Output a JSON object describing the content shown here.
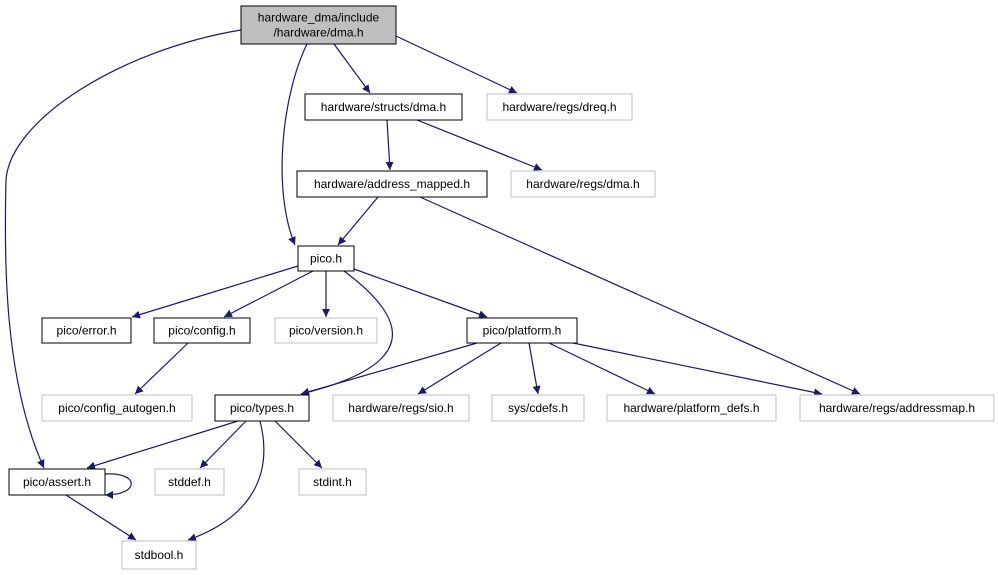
{
  "nodes": [
    {
      "id": "root",
      "label_lines": [
        "hardware_dma/include",
        "/hardware/dma.h"
      ],
      "style": "root"
    },
    {
      "id": "structs_dma",
      "label_lines": [
        "hardware/structs/dma.h"
      ],
      "style": "solid"
    },
    {
      "id": "regs_dreq",
      "label_lines": [
        "hardware/regs/dreq.h"
      ],
      "style": "external"
    },
    {
      "id": "address_mapped",
      "label_lines": [
        "hardware/address_mapped.h"
      ],
      "style": "solid"
    },
    {
      "id": "regs_dma",
      "label_lines": [
        "hardware/regs/dma.h"
      ],
      "style": "external"
    },
    {
      "id": "pico",
      "label_lines": [
        "pico.h"
      ],
      "style": "solid"
    },
    {
      "id": "pico_error",
      "label_lines": [
        "pico/error.h"
      ],
      "style": "solid"
    },
    {
      "id": "pico_config",
      "label_lines": [
        "pico/config.h"
      ],
      "style": "solid"
    },
    {
      "id": "pico_version",
      "label_lines": [
        "pico/version.h"
      ],
      "style": "external"
    },
    {
      "id": "pico_platform",
      "label_lines": [
        "pico/platform.h"
      ],
      "style": "solid"
    },
    {
      "id": "config_autogen",
      "label_lines": [
        "pico/config_autogen.h"
      ],
      "style": "external"
    },
    {
      "id": "pico_types",
      "label_lines": [
        "pico/types.h"
      ],
      "style": "solid"
    },
    {
      "id": "regs_sio",
      "label_lines": [
        "hardware/regs/sio.h"
      ],
      "style": "external"
    },
    {
      "id": "sys_cdefs",
      "label_lines": [
        "sys/cdefs.h"
      ],
      "style": "external"
    },
    {
      "id": "platform_defs",
      "label_lines": [
        "hardware/platform_defs.h"
      ],
      "style": "external"
    },
    {
      "id": "regs_addressmap",
      "label_lines": [
        "hardware/regs/addressmap.h"
      ],
      "style": "external"
    },
    {
      "id": "pico_assert",
      "label_lines": [
        "pico/assert.h"
      ],
      "style": "solid"
    },
    {
      "id": "stddef",
      "label_lines": [
        "stddef.h"
      ],
      "style": "external"
    },
    {
      "id": "stdint",
      "label_lines": [
        "stdint.h"
      ],
      "style": "external"
    },
    {
      "id": "stdbool",
      "label_lines": [
        "stdbool.h"
      ],
      "style": "external"
    }
  ],
  "edges": [
    {
      "from": "root",
      "to": "structs_dma"
    },
    {
      "from": "root",
      "to": "regs_dreq"
    },
    {
      "from": "root",
      "to": "pico"
    },
    {
      "from": "root",
      "to": "pico_assert"
    },
    {
      "from": "structs_dma",
      "to": "address_mapped"
    },
    {
      "from": "structs_dma",
      "to": "regs_dma"
    },
    {
      "from": "address_mapped",
      "to": "pico"
    },
    {
      "from": "address_mapped",
      "to": "regs_addressmap"
    },
    {
      "from": "pico",
      "to": "pico_error"
    },
    {
      "from": "pico",
      "to": "pico_config"
    },
    {
      "from": "pico",
      "to": "pico_version"
    },
    {
      "from": "pico",
      "to": "pico_platform"
    },
    {
      "from": "pico",
      "to": "pico_types"
    },
    {
      "from": "pico_config",
      "to": "config_autogen"
    },
    {
      "from": "pico_platform",
      "to": "pico_types"
    },
    {
      "from": "pico_platform",
      "to": "regs_sio"
    },
    {
      "from": "pico_platform",
      "to": "sys_cdefs"
    },
    {
      "from": "pico_platform",
      "to": "platform_defs"
    },
    {
      "from": "pico_platform",
      "to": "regs_addressmap"
    },
    {
      "from": "pico_types",
      "to": "pico_assert"
    },
    {
      "from": "pico_types",
      "to": "stddef"
    },
    {
      "from": "pico_types",
      "to": "stdint"
    },
    {
      "from": "pico_types",
      "to": "stdbool"
    },
    {
      "from": "pico_assert",
      "to": "pico_assert"
    },
    {
      "from": "pico_assert",
      "to": "stdbool"
    }
  ],
  "colors": {
    "edge": "#191970",
    "root_fill": "#bfbfbf",
    "solid_border": "#000000",
    "external_border": "#bfbfbf",
    "text": "#000000"
  }
}
